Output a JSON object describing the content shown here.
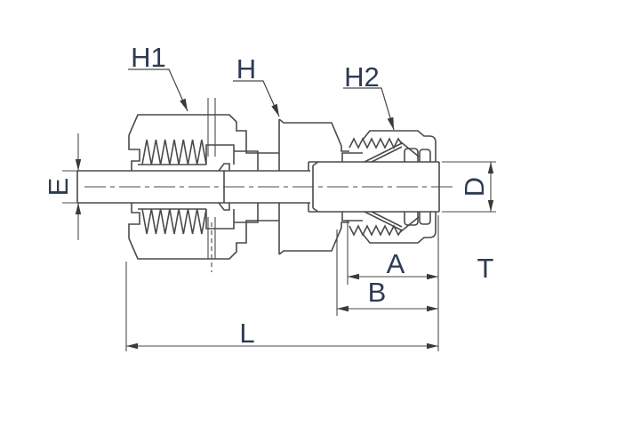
{
  "drawing": {
    "labels": {
      "h1": "H1",
      "h": "H",
      "h2": "H2",
      "e": "E",
      "d": "D",
      "a": "A",
      "b": "B",
      "t": "T",
      "l": "L"
    },
    "colors": {
      "line": "#4a4a4a",
      "label": "#2c3a52",
      "background": "#ffffff"
    }
  }
}
